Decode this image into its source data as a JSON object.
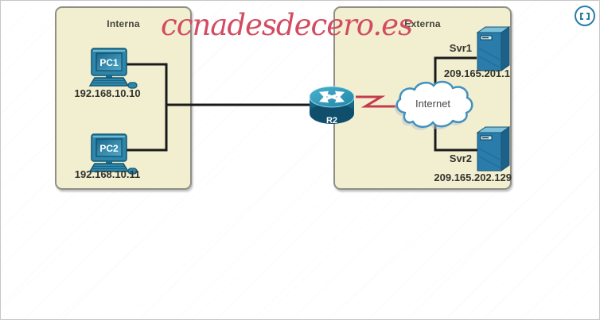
{
  "watermark": {
    "text": "ccnadesdecero.es",
    "color": "#d24b60"
  },
  "zones": {
    "interna": {
      "label": "Interna",
      "fill": "#f2efd1"
    },
    "externa": {
      "label": "Externa",
      "fill": "#f2efd1"
    }
  },
  "devices": {
    "pc1": {
      "name": "PC1",
      "ip": "192.168.10.10",
      "type": "pc"
    },
    "pc2": {
      "name": "PC2",
      "ip": "192.168.10.11",
      "type": "pc"
    },
    "router": {
      "name": "R2",
      "type": "router"
    },
    "cloud": {
      "label": "Internet",
      "type": "cloud"
    },
    "svr1": {
      "name": "Svr1",
      "ip": "209.165.201.1",
      "type": "server"
    },
    "svr2": {
      "name": "Svr2",
      "ip": "209.165.202.129",
      "type": "server"
    }
  },
  "links": [
    {
      "from": "PC1",
      "to": "R2",
      "style": "ethernet",
      "color": "#1a1a1a"
    },
    {
      "from": "PC2",
      "to": "R2",
      "style": "ethernet",
      "color": "#1a1a1a"
    },
    {
      "from": "R2",
      "to": "Internet",
      "style": "serial-lightning",
      "color": "#c53b4e"
    },
    {
      "from": "Internet",
      "to": "Svr1",
      "style": "ethernet",
      "color": "#1a1a1a"
    },
    {
      "from": "Internet",
      "to": "Svr2",
      "style": "ethernet",
      "color": "#1a1a1a"
    }
  ],
  "icons": {
    "fullscreen": "viewport-brackets-icon",
    "router_symbol": "cisco-router-crossed-arrows",
    "colors": {
      "device_teal": "#2d86ac",
      "cloud_stroke": "#4191bf",
      "serial_red": "#c53b4e"
    }
  }
}
